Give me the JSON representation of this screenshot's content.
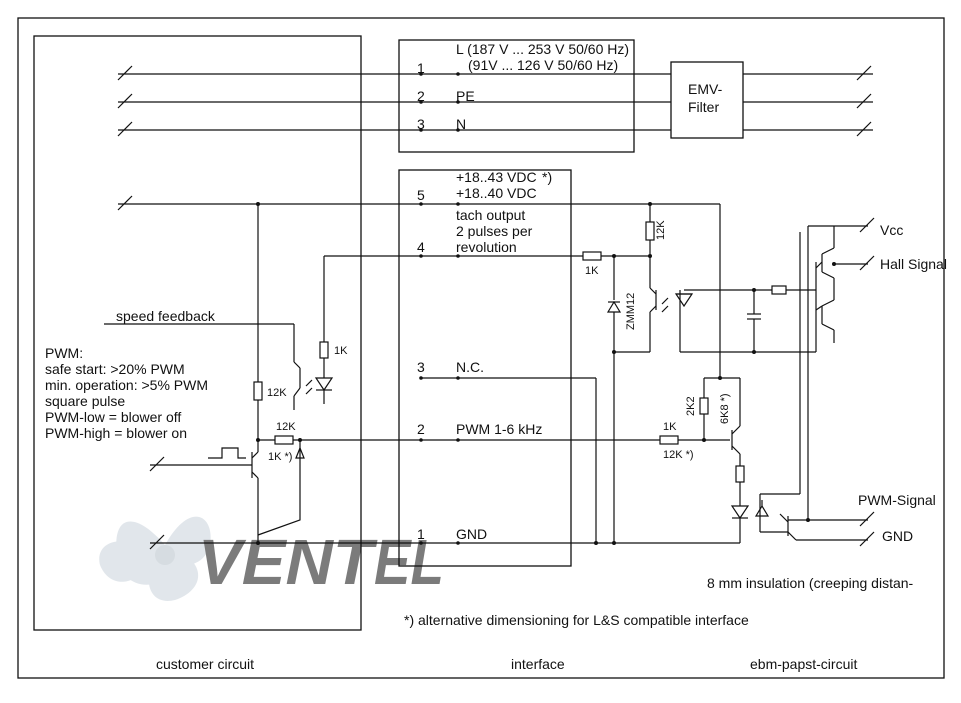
{
  "sections": {
    "customer": "customer circuit",
    "interface": "interface",
    "ebm": "ebm-papst-circuit"
  },
  "mains": {
    "pin1": "1",
    "pin2": "2",
    "pin3": "3",
    "l_line1": "L (187 V ... 253 V 50/60 Hz)",
    "l_line2": "(91V ... 126 V 50/60 Hz)",
    "pe": "PE",
    "n": "N",
    "filter_line1": "EMV-",
    "filter_line2": "Filter"
  },
  "interface": {
    "pin5": "5",
    "v43": "+18..43 VDC",
    "v43_note": "*)",
    "v40": "+18..40 VDC",
    "tach1": "tach output",
    "tach2": "2 pulses per",
    "tach3": "revolution",
    "pin4": "4",
    "pin3": "3",
    "nc": "N.C.",
    "pin2": "2",
    "pwm": "PWM 1-6 kHz",
    "pin1": "1",
    "gnd": "GND"
  },
  "customer": {
    "speed_feedback": "speed feedback",
    "pwm_title": "PWM:",
    "pwm_l1": "safe start: >20% PWM",
    "pwm_l2": "min. operation: >5% PWM",
    "pwm_l3": "square pulse",
    "pwm_l4": "PWM-low = blower off",
    "pwm_l5": "PWM-high = blower on",
    "r_1k": "1K",
    "r_12k_v": "12K",
    "r_12k_h": "12K",
    "r_1k_note": "1K *)"
  },
  "ebm": {
    "r_12k": "12K",
    "r_1k": "1K",
    "zener": "ZMM12",
    "r_2k2": "2K2",
    "r_6k8": "6K8 *)",
    "r_1k_pwm": "1K",
    "r_12k_note": "12K *)",
    "vcc": "Vcc",
    "hall": "Hall Signal",
    "pwm_signal": "PWM-Signal",
    "gnd": "GND"
  },
  "notes": {
    "insulation": "8 mm insulation (creeping distan-",
    "alternative": "*) alternative dimensioning for L&S compatible interface"
  },
  "watermark": {
    "text": "VENTEL",
    "colors": {
      "vent": "#c8d2da",
      "el": "#9fd0ee"
    }
  }
}
